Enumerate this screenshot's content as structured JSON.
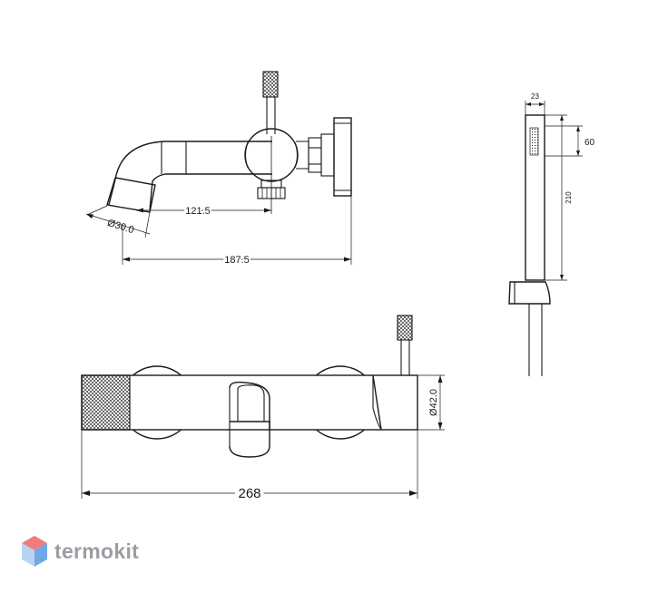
{
  "dimensions": {
    "spout_length": "121.5",
    "spout_diameter": "Ø30.0",
    "total_depth": "187.5",
    "handshower_width": "23",
    "handshower_head": "60",
    "handshower_length": "210",
    "body_diameter": "Ø42.0",
    "total_width": "268"
  },
  "brand": {
    "name": "termokit",
    "icon": "hexagon-cube-logo-icon",
    "colors": {
      "text": "#9a9ea3",
      "top": "#f07b7b",
      "left": "#b8d4f0",
      "right": "#6ea8e6"
    }
  }
}
